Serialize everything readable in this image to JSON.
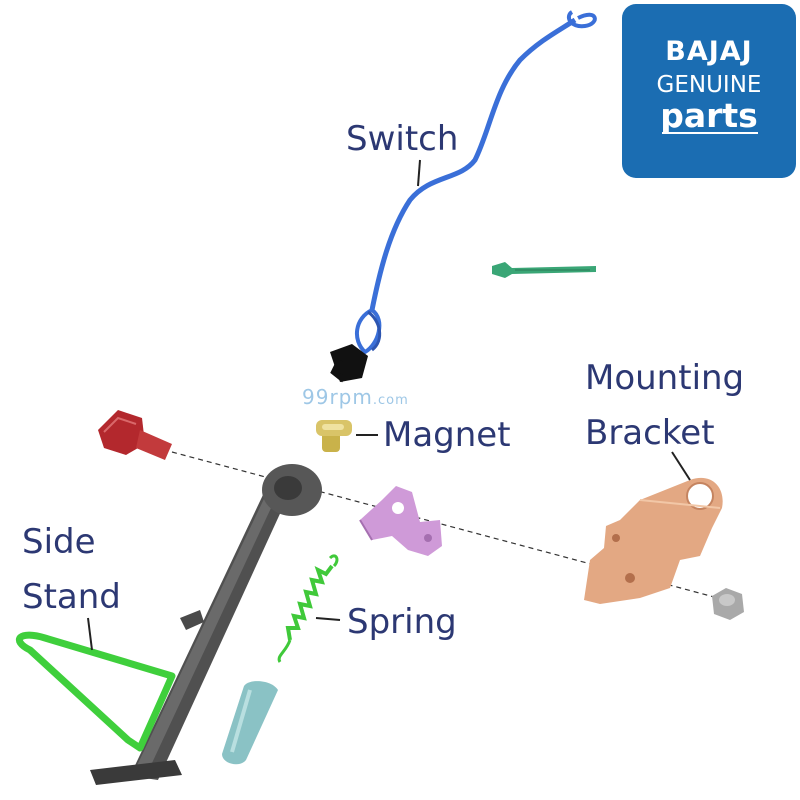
{
  "brand": {
    "line1": "BAJAJ",
    "line2": "GENUINE",
    "line3": "parts",
    "bg_color": "#1b6db2"
  },
  "watermark": {
    "main": "99rpm",
    "suffix": ".com"
  },
  "labels": {
    "switch": "Switch",
    "magnet": "Magnet",
    "mounting_line1": "Mounting",
    "mounting_line2": "Bracket",
    "side_line1": "Side",
    "side_line2": "Stand",
    "spring": "Spring"
  },
  "colors": {
    "label_text": "#2c3873",
    "switch_wire": "#3a6fd8",
    "bolt": "#b3282d",
    "magnet": "#c9b24a",
    "bracket": "#e3a883",
    "clip": "#cf9ad8",
    "stand": "#4a4a4a",
    "stand_loop": "#3fcf3c",
    "spring": "#40c93a",
    "pin": "#8ac2c5",
    "green_pin": "#3aa676",
    "nut": "#a9a9a9"
  }
}
